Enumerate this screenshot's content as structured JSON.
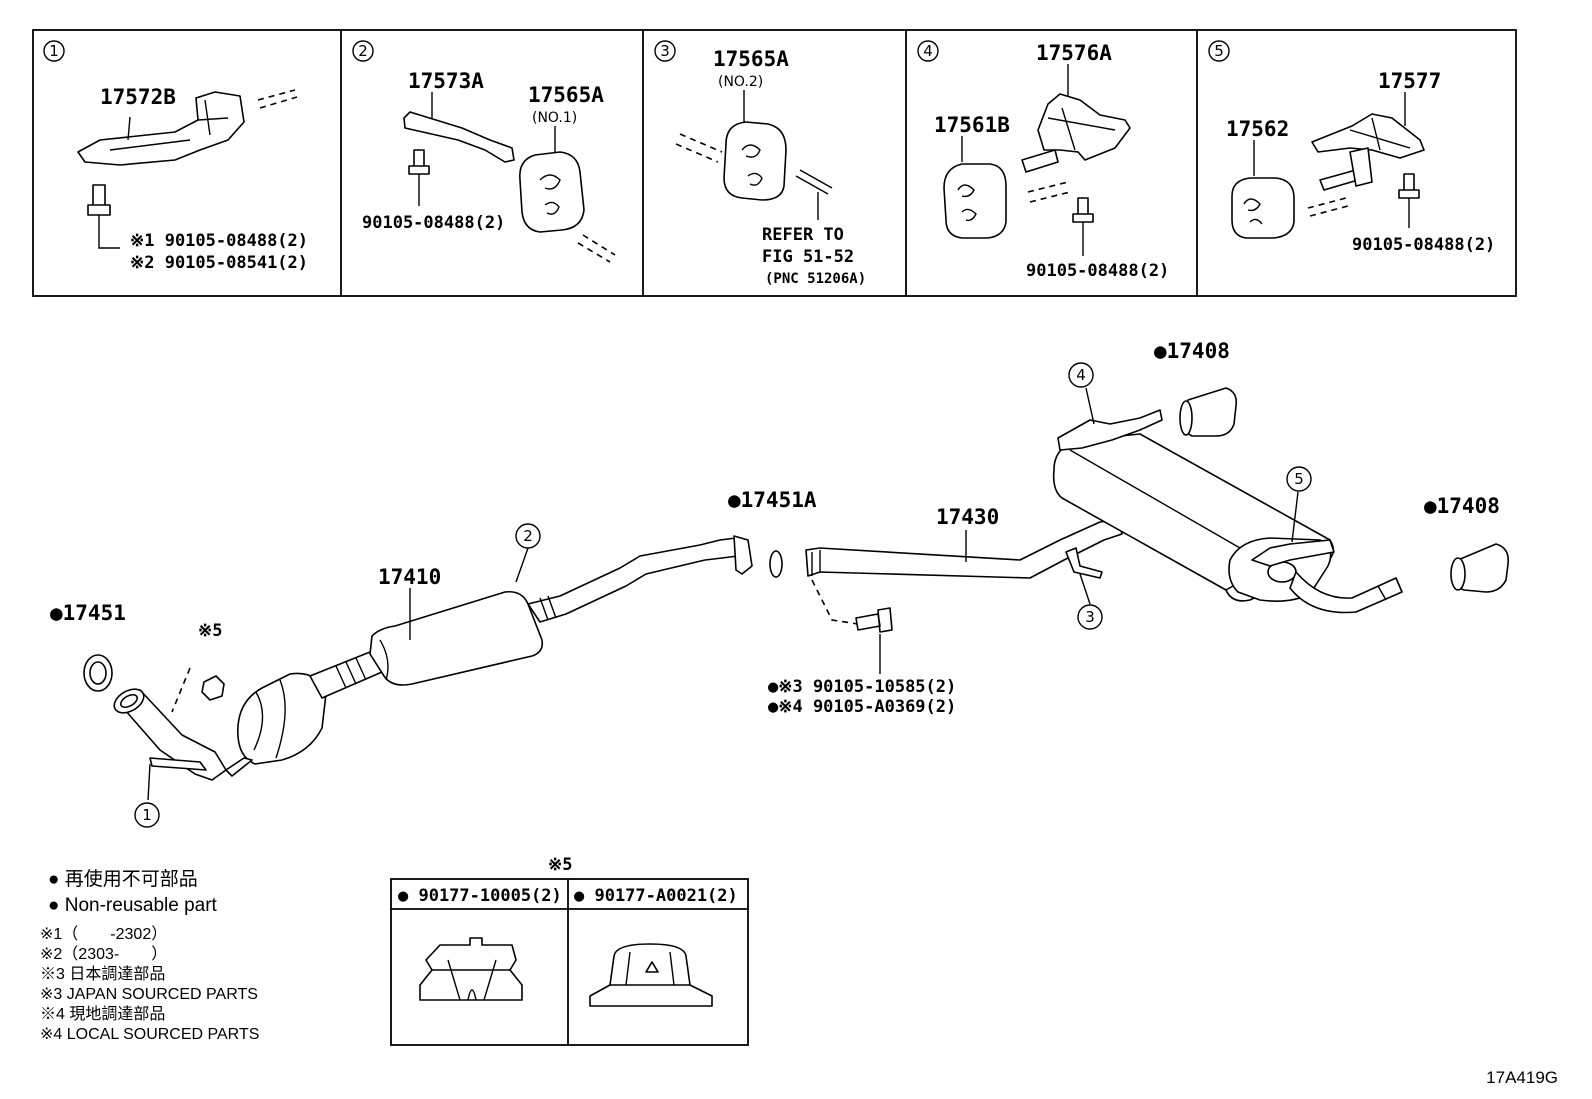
{
  "panels": [
    {
      "num": "1",
      "parts": [
        {
          "pn": "17572B"
        },
        {
          "pn": "※1 90105-08488(2)"
        },
        {
          "pn": "※2 90105-08541(2)"
        }
      ]
    },
    {
      "num": "2",
      "parts": [
        {
          "pn": "17573A"
        },
        {
          "pn": "17565A",
          "sub": "(NO.1)"
        },
        {
          "pn": "90105-08488(2)"
        }
      ]
    },
    {
      "num": "3",
      "parts": [
        {
          "pn": "17565A",
          "sub": "(NO.2)"
        },
        {
          "pn": "REFER TO"
        },
        {
          "pn": "FIG 51-52"
        },
        {
          "pn": "(PNC 51206A)"
        }
      ]
    },
    {
      "num": "4",
      "parts": [
        {
          "pn": "17576A"
        },
        {
          "pn": "17561B"
        },
        {
          "pn": "90105-08488(2)"
        }
      ]
    },
    {
      "num": "5",
      "parts": [
        {
          "pn": "17577"
        },
        {
          "pn": "17562"
        },
        {
          "pn": "90105-08488(2)"
        }
      ]
    }
  ],
  "main_labels": {
    "p17408_top": "●17408",
    "p17408_right": "●17408",
    "p17451A": "●17451A",
    "p17430": "17430",
    "p17410": "17410",
    "p17451": "●17451",
    "star5": "※5",
    "bolt3": "●※3 90105-10585(2)",
    "bolt4": "●※4 90105-A0369(2)"
  },
  "callouts": [
    "1",
    "2",
    "3",
    "4",
    "5"
  ],
  "legend": [
    "● 再使用不可部品",
    "● Non-reusable part",
    "※1（　　-2302）",
    "※2（2303-　　）",
    "※3  日本調達部品",
    "※3  JAPAN SOURCED PARTS",
    "※4  現地調達部品",
    "※4  LOCAL SOURCED PARTS"
  ],
  "nut_table": {
    "title": "※5",
    "col1": "● 90177-10005(2)",
    "col2": "● 90177-A0021(2)"
  },
  "figure_code": "17A419G"
}
